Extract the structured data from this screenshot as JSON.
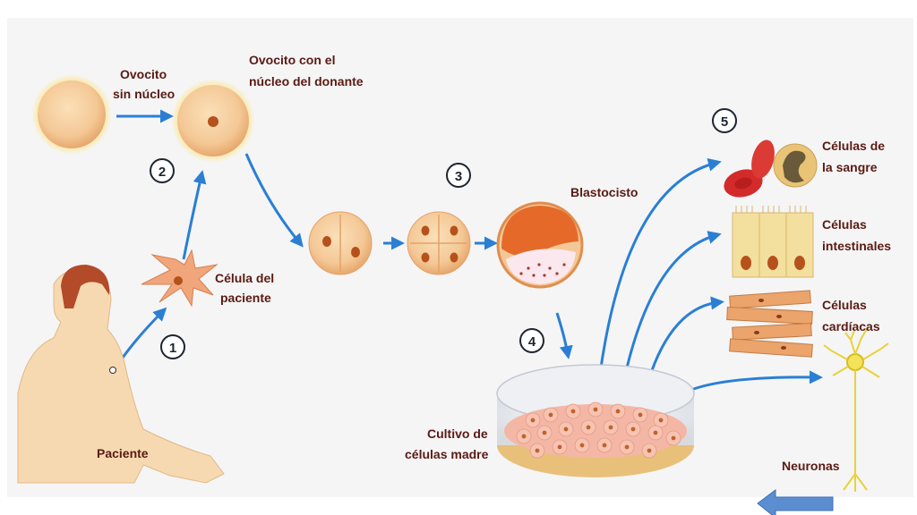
{
  "labels": {
    "oocyte_without_nucleus_1": "Ovocito",
    "oocyte_without_nucleus_2": "sin núcleo",
    "oocyte_with_donor_nucleus_1": "Ovocito con el",
    "oocyte_with_donor_nucleus_2": "núcleo del donante",
    "patient_cell_1": "Célula del",
    "patient_cell_2": "paciente",
    "patient": "Paciente",
    "blastocyst": "Blastocisto",
    "culture_1": "Cultivo de",
    "culture_2": "células madre",
    "blood_cells_1": "Células de",
    "blood_cells_2": "la sangre",
    "intestinal_cells_1": "Células",
    "intestinal_cells_2": "intestinales",
    "cardiac_cells_1": "Células",
    "cardiac_cells_2": "cardíacas",
    "neurons": "Neuronas"
  },
  "steps": [
    "1",
    "2",
    "3",
    "4",
    "5"
  ],
  "colors": {
    "arrow": "#2a7fd4",
    "label_text": "#5a1a12",
    "cell_fill": "#f2c79a",
    "nucleus": "#b6511c",
    "back_arrow": "#5b8ed0"
  }
}
